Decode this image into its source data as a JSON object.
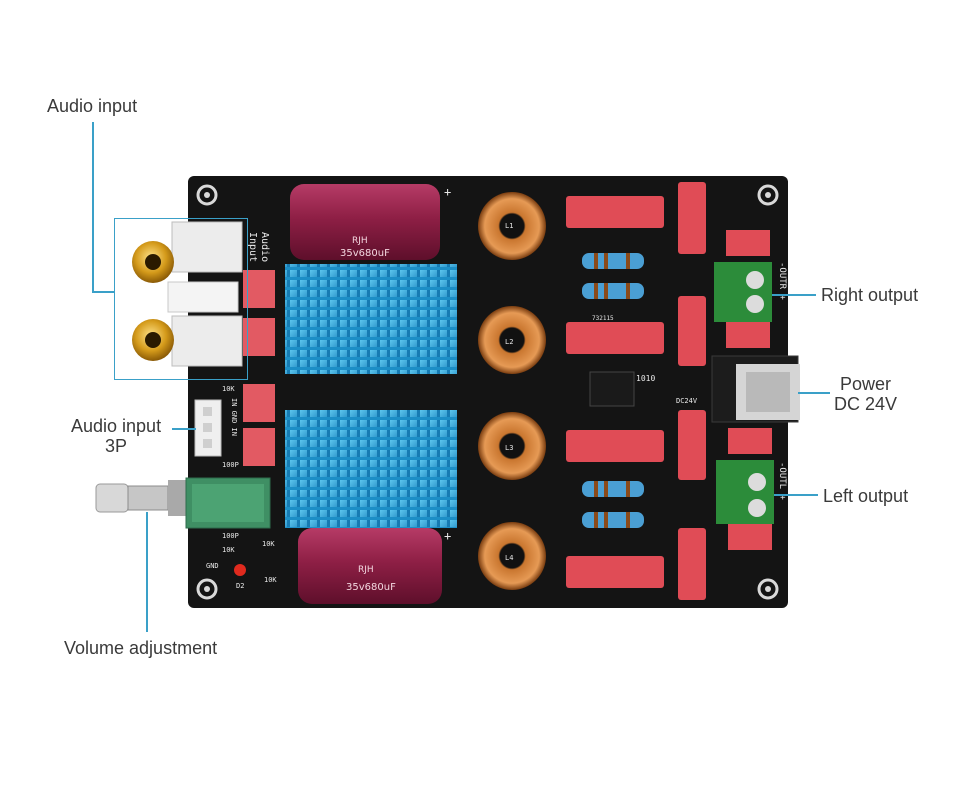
{
  "callouts": {
    "audio_input": "Audio input",
    "audio_input_3p": [
      "Audio input",
      "3P"
    ],
    "volume_adjustment": "Volume adjustment",
    "right_output": "Right output",
    "power": [
      "Power",
      "DC 24V"
    ],
    "left_output": "Left output"
  },
  "board_silkscreen": {
    "audio_label": [
      "Audio",
      "Input"
    ],
    "cap_brand": "RJH",
    "cap_rating": "35v680uF",
    "cap_marks": [
      "+",
      "+"
    ],
    "coil_labels": [
      "L1",
      "L2",
      "L3",
      "L4"
    ],
    "chip_code": "732115",
    "bridge_label": "1010",
    "dc_label": "DC24V",
    "outr_label": "-OUTR +",
    "outl_label": "-OUTL +",
    "resistor_labels": [
      "10K",
      "100P",
      "100P",
      "10K",
      "10K",
      "10K"
    ],
    "pin_label": "IN GND IN",
    "gnd_label": "GND",
    "led_label": "D2"
  },
  "colors": {
    "pcb": "#141414",
    "heatsink": "#2fa7d9",
    "capacitor": "#8e1f45",
    "film_cap": "#e04c56",
    "terminal": "#2c8c3a",
    "leader": "#3aa0c8"
  }
}
